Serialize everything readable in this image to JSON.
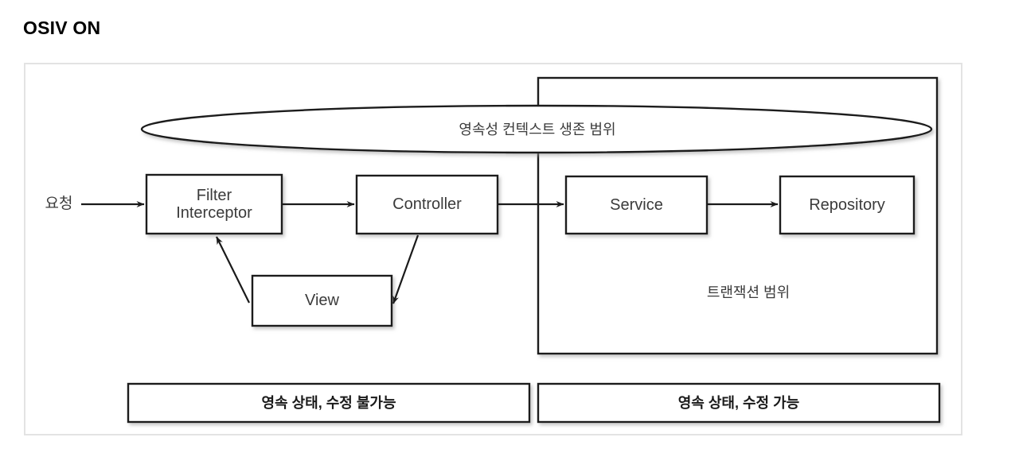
{
  "page": {
    "title": "OSIV ON",
    "background": "#ffffff",
    "frame_border_color": "#e3e3e3",
    "stroke_color": "#1a1a1a",
    "text_color": "#3b3b3b"
  },
  "diagram": {
    "request_label": "요청",
    "persistence_scope_label": "영속성 컨텍스트 생존 범위",
    "transaction_scope_label": "트랜잭션 범위",
    "nodes": [
      {
        "id": "filter-interceptor",
        "line1": "Filter",
        "line2": "Interceptor"
      },
      {
        "id": "controller",
        "line1": "Controller",
        "line2": ""
      },
      {
        "id": "service",
        "line1": "Service",
        "line2": ""
      },
      {
        "id": "repository",
        "line1": "Repository",
        "line2": ""
      },
      {
        "id": "view",
        "line1": "View",
        "line2": ""
      }
    ],
    "bottom_bars": [
      {
        "id": "left-bar",
        "label": "영속 상태, 수정 불가능"
      },
      {
        "id": "right-bar",
        "label": "영속 상태, 수정 가능"
      }
    ]
  }
}
